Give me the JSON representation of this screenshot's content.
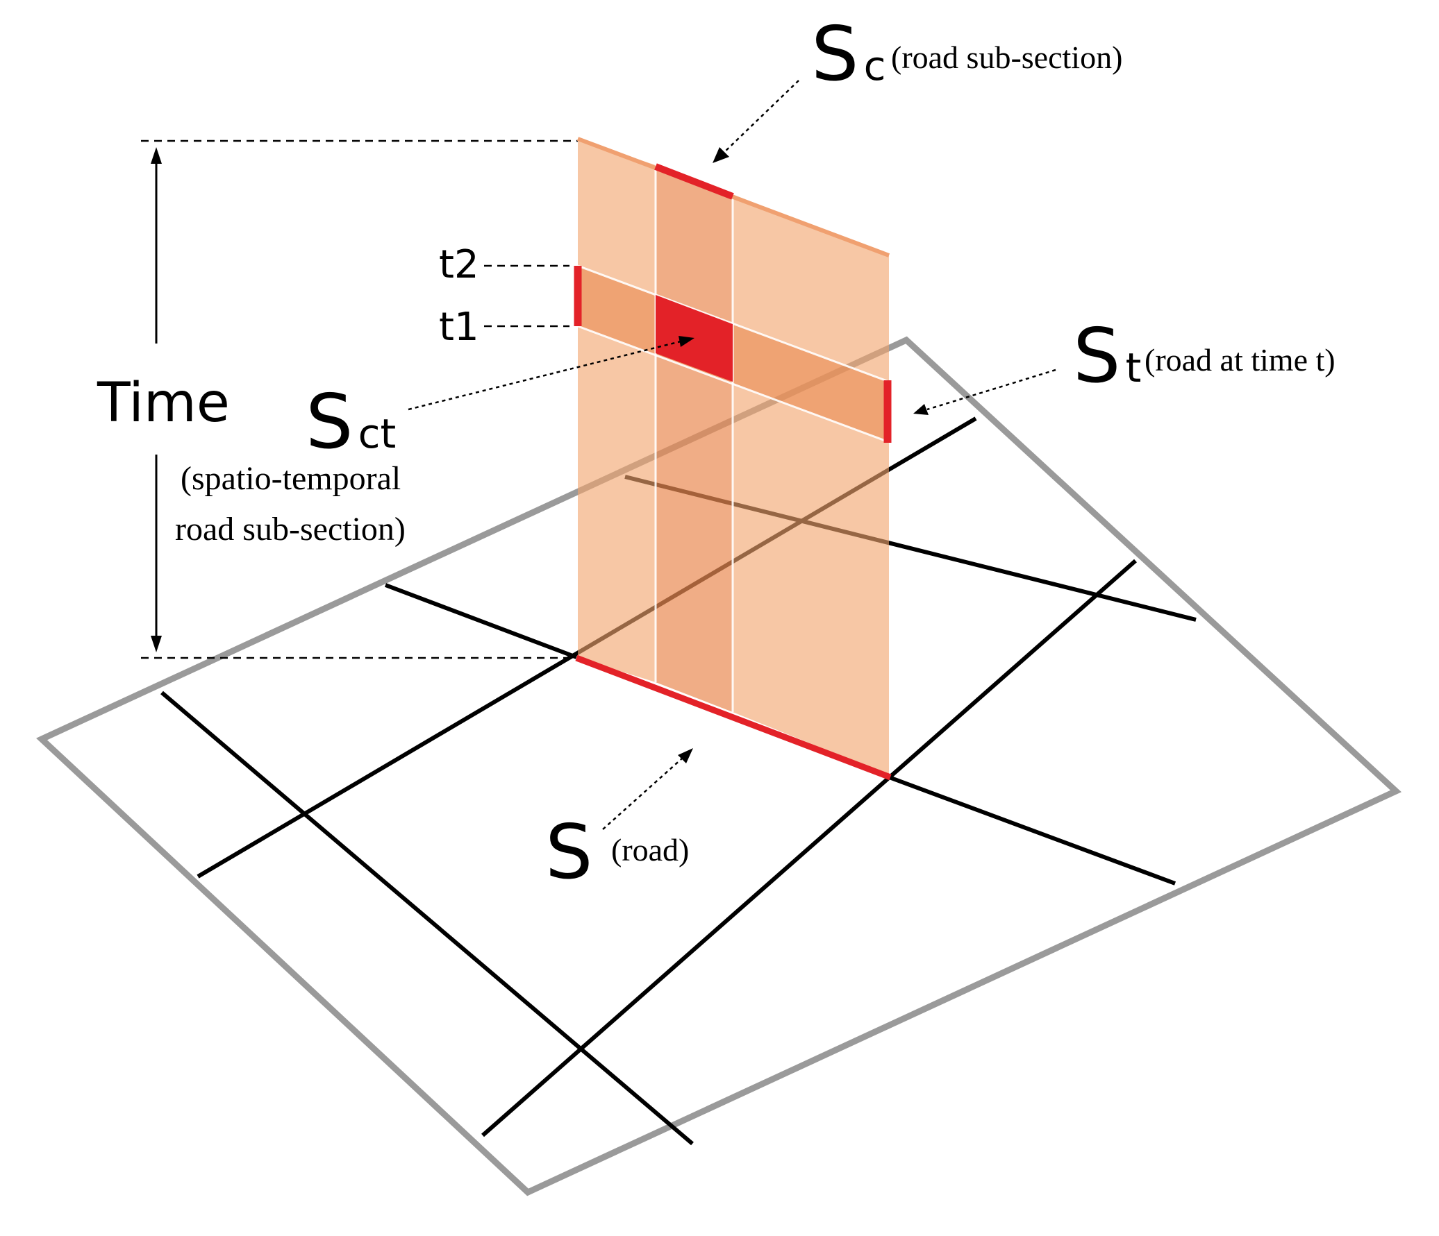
{
  "labels": {
    "time": "Time",
    "t2": "t2",
    "t1": "t1",
    "sc_symbol": "S",
    "sc_sub": "c",
    "sc_desc": "(road sub-section)",
    "st_symbol": "S",
    "st_sub": "t",
    "st_desc": "(road at time t)",
    "sct_symbol": "S",
    "sct_sub": "ct",
    "sct_desc_line1": "(spatio-temporal",
    "sct_desc_line2": "road sub-section)",
    "s_symbol": "S",
    "s_desc": "(road)"
  },
  "colors": {
    "plane_border": "#9a9a9a",
    "road": "#000000",
    "panel_fill": "#f2a46e",
    "panel_band": "#e98a52",
    "highlight_red": "#e32228",
    "time_axis": "#000000"
  }
}
